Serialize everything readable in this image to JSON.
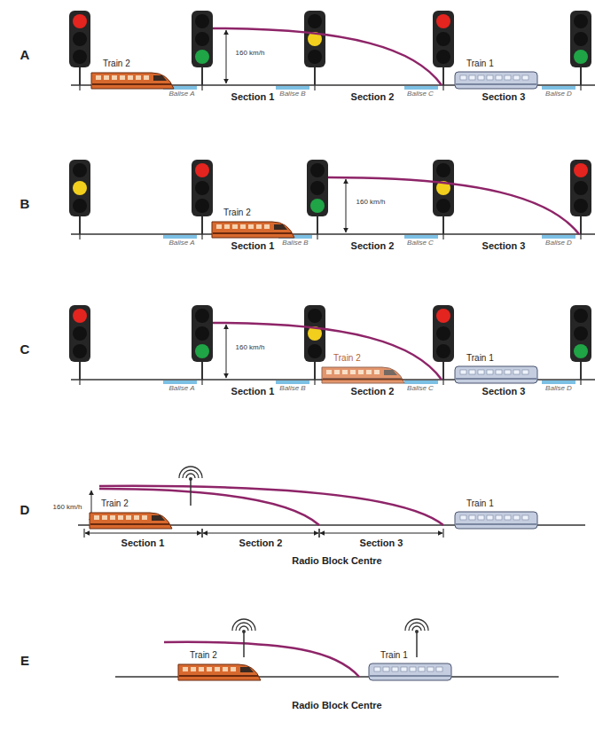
{
  "diagram": {
    "nodes": [
      {
        "text": [
          "Train 2"
        ]
      },
      {
        "text": [
          "Train 1"
        ]
      },
      {
        "text": [
          "Train 2"
        ]
      },
      {
        "text": [
          "Train 2"
        ]
      },
      {
        "text": [
          "Train 1"
        ]
      },
      {
        "text": [
          "Train 2"
        ]
      },
      {
        "text": [
          "Train 1"
        ]
      },
      {
        "text": [
          "Train 2"
        ]
      },
      {
        "text": [
          "Train 1"
        ]
      }
    ],
    "labels": [
      "A",
      "160 km/h",
      "Balise A",
      "Section 1",
      "Balise B",
      "Section 2",
      "Balise C",
      "Section 3",
      "Balise D",
      "B",
      "Balise A",
      "Section 1",
      "Balise B",
      "160 km/h",
      "Section 2",
      "Balise C",
      "Section 3",
      "Balise D",
      "C",
      "Balise A",
      "Section 1",
      "160 km/h",
      "Balise B",
      "Section 2",
      "Balise C",
      "Section 3",
      "Balise D",
      "D",
      "160 km/h",
      "Section 1",
      "Section 2",
      "Section 3",
      "Radio Block Centre",
      "E",
      "Radio Block Centre"
    ]
  }
}
